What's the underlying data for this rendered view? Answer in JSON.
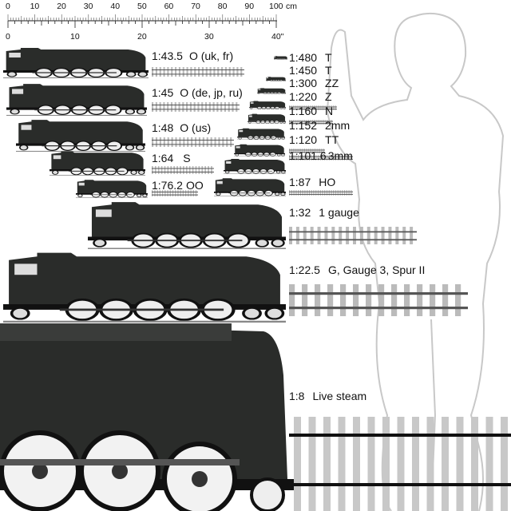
{
  "ruler": {
    "cm_labels": [
      "0",
      "10",
      "20",
      "30",
      "40",
      "50",
      "60",
      "70",
      "80",
      "90",
      "100"
    ],
    "cm_unit": "cm",
    "inch_labels": [
      "0",
      "10",
      "20",
      "30",
      "40\""
    ]
  },
  "scales": [
    {
      "ratio": "1:43.5",
      "name": "O (uk, fr)"
    },
    {
      "ratio": "1:45",
      "name": "O (de, jp, ru)"
    },
    {
      "ratio": "1:48",
      "name": "O (us)"
    },
    {
      "ratio": "1:64",
      "name": "S"
    },
    {
      "ratio": "1:76.2",
      "name": "OO"
    },
    {
      "ratio": "1:480",
      "name": "T"
    },
    {
      "ratio": "1:450",
      "name": "T"
    },
    {
      "ratio": "1:300",
      "name": "ZZ"
    },
    {
      "ratio": "1:220",
      "name": "Z"
    },
    {
      "ratio": "1:160",
      "name": "N"
    },
    {
      "ratio": "1:152",
      "name": "2mm"
    },
    {
      "ratio": "1:120",
      "name": "TT"
    },
    {
      "ratio": "1:101.6",
      "name": "3mm"
    },
    {
      "ratio": "1:87",
      "name": "HO"
    },
    {
      "ratio": "1:32",
      "name": "1 gauge"
    },
    {
      "ratio": "1:22.5",
      "name": "G, Gauge 3, Spur II"
    },
    {
      "ratio": "1:8",
      "name": "Live steam"
    }
  ],
  "colors": {
    "loco": "#2a2c2a",
    "track": "#9a9a9a",
    "figure": "#c8c8c8"
  }
}
